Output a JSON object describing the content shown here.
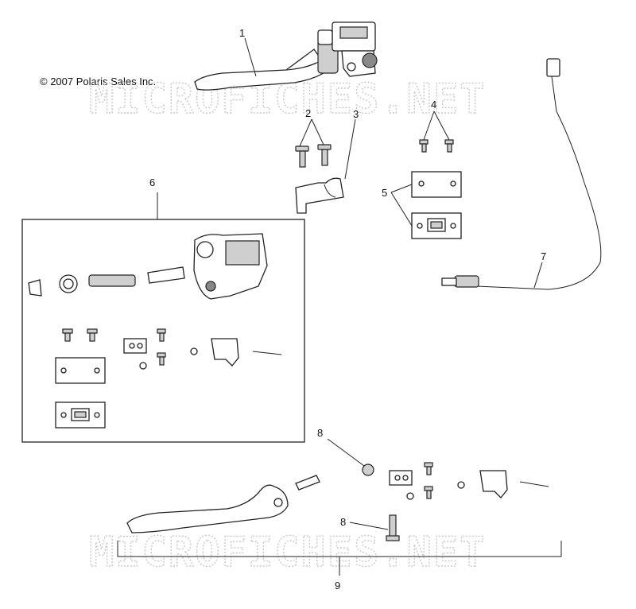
{
  "copyright": "© 2007 Polaris Sales Inc.",
  "watermark": "MICROFICHES.NET",
  "callouts": [
    {
      "id": "1",
      "label": "1"
    },
    {
      "id": "2",
      "label": "2"
    },
    {
      "id": "3",
      "label": "3"
    },
    {
      "id": "4",
      "label": "4"
    },
    {
      "id": "5",
      "label": "5"
    },
    {
      "id": "6",
      "label": "6"
    },
    {
      "id": "7",
      "label": "7"
    },
    {
      "id": "8a",
      "label": "8"
    },
    {
      "id": "8b",
      "label": "8"
    },
    {
      "id": "9",
      "label": "9"
    }
  ]
}
